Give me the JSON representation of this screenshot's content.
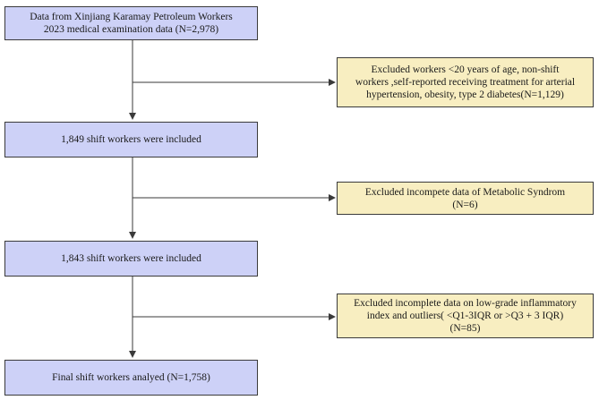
{
  "flowchart": {
    "source_box": [
      "Data from Xinjiang Karamay Petroleum Workers",
      "2023 medical examination data (N=2,978)"
    ],
    "exclusion_1": [
      "Excluded workers <20 years of age, non-shift",
      "workers ,self-reported receiving treatment for arterial",
      "hypertension, obesity, type 2 diabetes(N=1,129)"
    ],
    "included_1": "1,849 shift workers were included",
    "exclusion_2": [
      "Excluded incompete data of Metabolic Syndrom",
      "(N=6)"
    ],
    "included_2": "1,843 shift workers were included",
    "exclusion_3": [
      "Excluded incomplete data on low-grade inflammatory",
      "index and outliers( <Q1-3IQR or >Q3 + 3 IQR)",
      "(N=85)"
    ],
    "final_box": "Final shift workers analyed (N=1,758)"
  },
  "colors": {
    "main_box_fill": "#cdd1f7",
    "exclusion_box_fill": "#f8eec1",
    "line": "#3a3a3a"
  }
}
